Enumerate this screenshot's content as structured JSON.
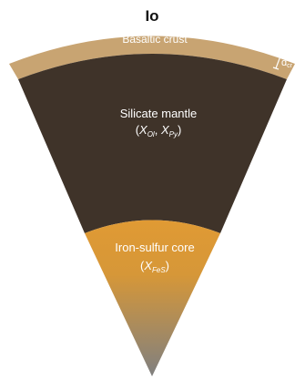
{
  "title": "Io",
  "crust": {
    "label": "Basaltic crust",
    "thickness_symbol": "d",
    "thickness_subscript": "cr",
    "color": "#c8a472"
  },
  "mantle": {
    "label": "Silicate mantle",
    "var1": "X",
    "var1_sub": "Ol",
    "var2": "X",
    "var2_sub": "Py",
    "color": "#3f3329"
  },
  "core": {
    "label": "Iron-sulfur core",
    "var": "X",
    "var_sub": "FeS",
    "color_top": "#e09a34",
    "color_bottom": "#808080"
  }
}
